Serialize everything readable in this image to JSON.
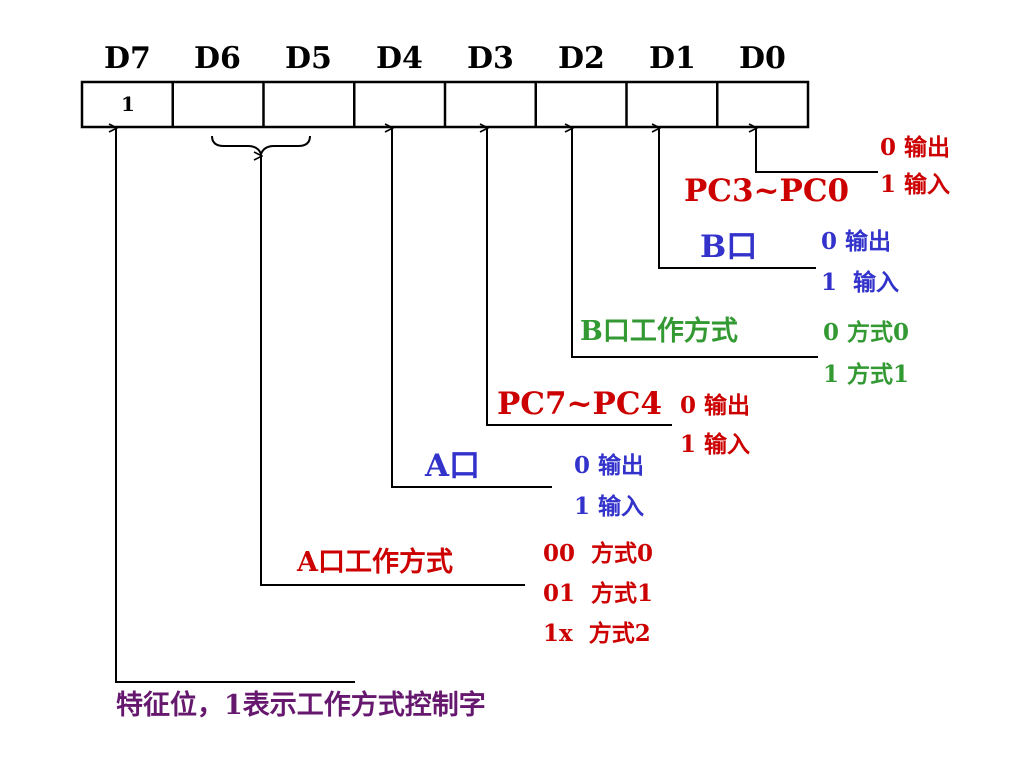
{
  "register": {
    "headers": [
      "D7",
      "D6",
      "D5",
      "D4",
      "D3",
      "D2",
      "D1",
      "D0"
    ],
    "cells": [
      "1",
      "",
      "",
      "",
      "",
      "",
      "",
      ""
    ]
  },
  "fields": {
    "pc_low": {
      "label": "PC3~PC0",
      "opt0": "0 输出",
      "opt1": "1 输入"
    },
    "port_b": {
      "label": "B口",
      "opt0": "0 输出",
      "opt1": "1  输入"
    },
    "port_b_mode": {
      "label": "B口工作方式",
      "opt0": "0 方式0",
      "opt1": "1 方式1"
    },
    "pc_high": {
      "label": "PC7~PC4",
      "opt0": "0 输出",
      "opt1": "1 输入"
    },
    "port_a": {
      "label": "A口",
      "opt0": "0 输出",
      "opt1": "1 输入"
    },
    "port_a_mode": {
      "label": "A口工作方式",
      "opt0": "00  方式0",
      "opt1": "01  方式1",
      "opt2": "1x  方式2"
    },
    "flag": {
      "label": "特征位，1表示工作方式控制字"
    }
  },
  "colors": {
    "red": "#cc0000",
    "blue": "#3333cc",
    "green": "#339933",
    "purple": "#66186e",
    "line": "#000000"
  }
}
